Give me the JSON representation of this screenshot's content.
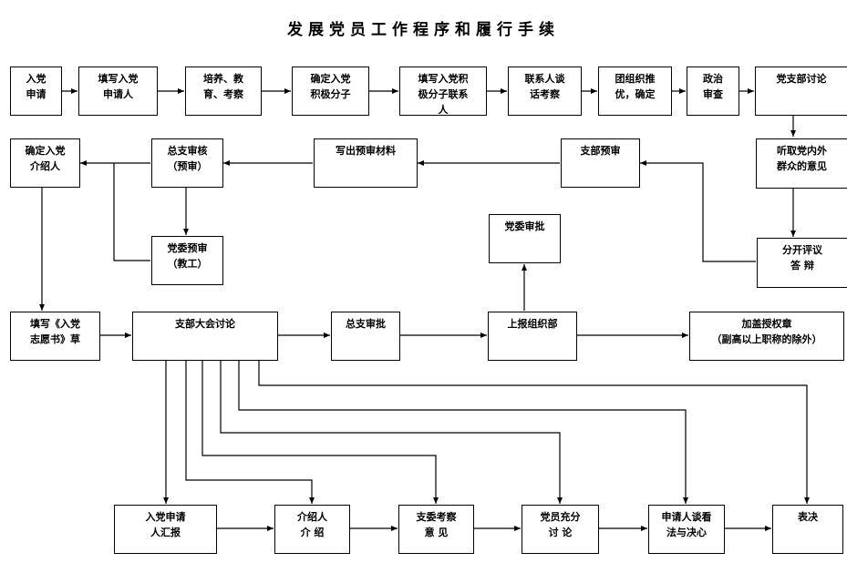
{
  "title": "发展党员工作程序和履行手续",
  "boxes": {
    "apply": "入党\n申请",
    "fill_applicant": "填写入党\n申请人",
    "train": "培养、教\n育、考察",
    "confirm_active": "确定入党\n积极分子",
    "fill_active_contact": "填写入党积\n极分子联系\n人",
    "contact_talk": "联系人谈\n话考察",
    "league_recommend": "团组织推\n优，确定",
    "political_review": "政治\n审查",
    "branch_discuss": "党支部讨论",
    "solicit_opinion": "听取党内外\n群众的意见",
    "public_review": "分开评议\n答    辩",
    "branch_pretrial": "支部预审",
    "write_pretrial": "写出预审材料",
    "general_branch_review": "总支审核\n（预审）",
    "confirm_introducer": "确定入党\n介绍人",
    "party_committee_pretrial": "党委预审\n（教工）",
    "party_committee_approve": "党委审批",
    "fill_application": "填写《入党\n志愿书》草",
    "branch_assembly": "支部大会讨论",
    "general_branch_approve": "总支审批",
    "report_org_dept": "上报组织部",
    "stamp": "加盖授权章\n（副高以上职称的除外）",
    "applicant_report": "入党申请\n人汇报",
    "introducer": "介绍人\n介    绍",
    "branch_committee_opinion": "支委考察\n意    见",
    "members_discuss": "党员充分\n讨    论",
    "applicant_statement": "申请人谈看\n法与决心",
    "vote": "表决"
  }
}
